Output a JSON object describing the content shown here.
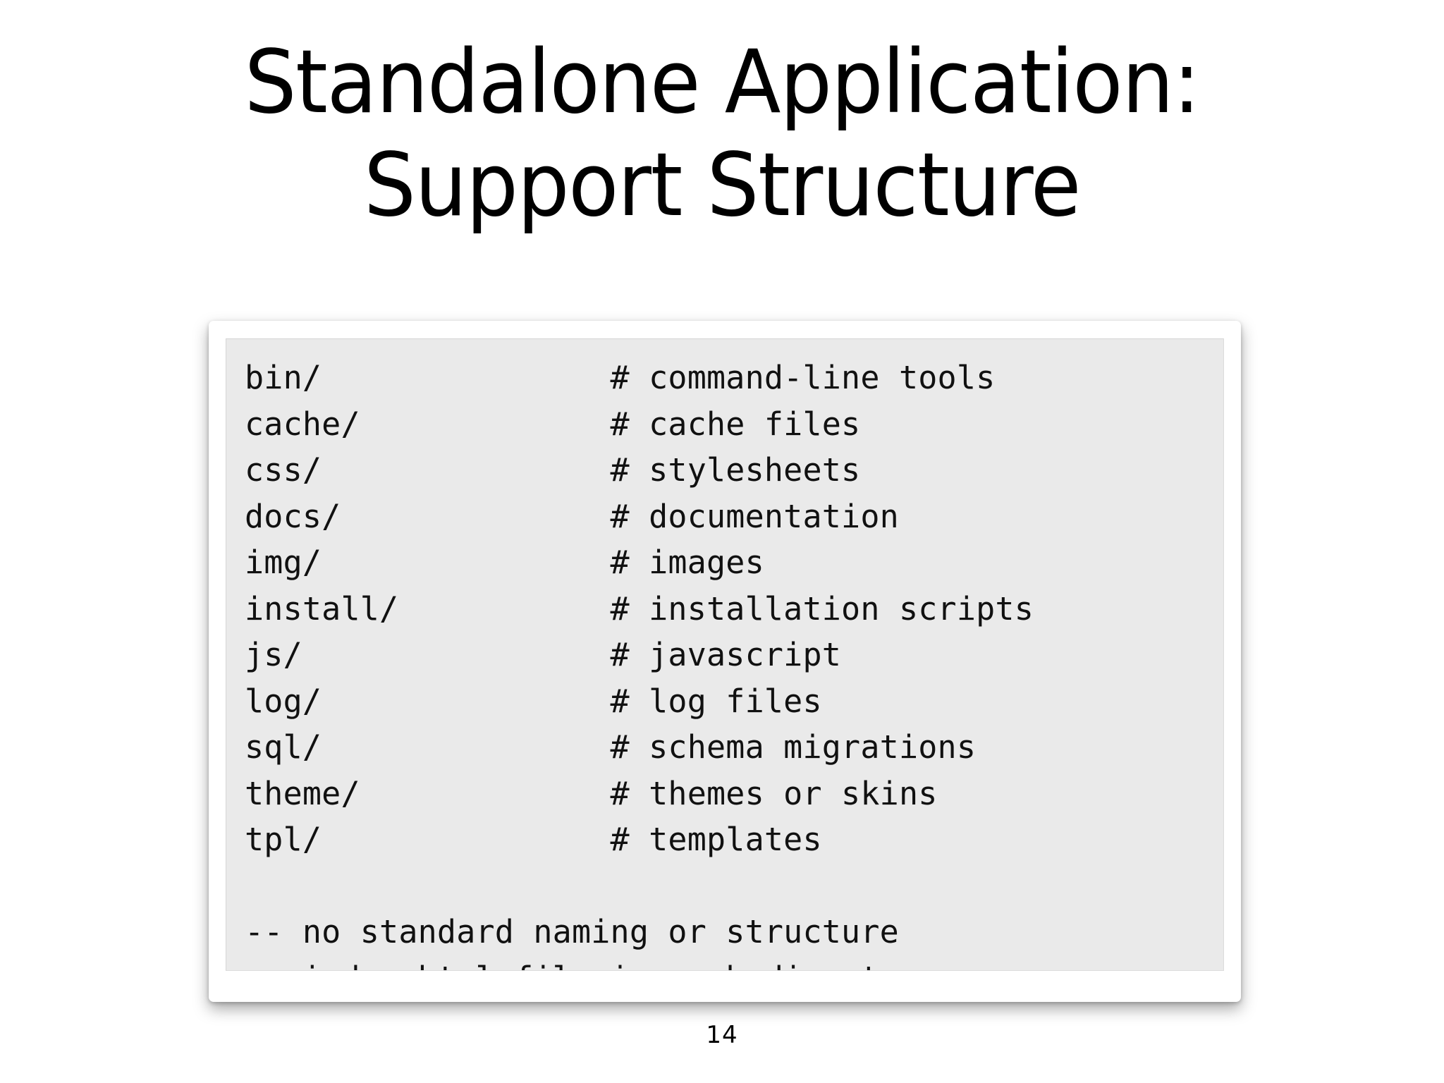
{
  "slide": {
    "background_color": "#FFFFFF",
    "title": {
      "line1": "Standalone Application:",
      "line2": "Support Structure"
    },
    "page_number": "14"
  },
  "code_block": {
    "panel_background_color": "#EAEAEA",
    "frame_background_color": "#FFFFFF",
    "text_color": "#111111",
    "comment_marker": "#",
    "note_marker": "--",
    "column_gap_chars": 19,
    "entries": [
      {
        "path": "bin/",
        "comment": "command-line tools"
      },
      {
        "path": "cache/",
        "comment": "cache files"
      },
      {
        "path": "css/",
        "comment": "stylesheets"
      },
      {
        "path": "docs/",
        "comment": "documentation"
      },
      {
        "path": "img/",
        "comment": "images"
      },
      {
        "path": "install/",
        "comment": "installation scripts"
      },
      {
        "path": "js/",
        "comment": "javascript"
      },
      {
        "path": "log/",
        "comment": "log files"
      },
      {
        "path": "sql/",
        "comment": "schema migrations"
      },
      {
        "path": "theme/",
        "comment": "themes or skins"
      },
      {
        "path": "tpl/",
        "comment": "templates"
      }
    ],
    "notes": [
      "no standard naming or structure",
      "index.html file in each directory"
    ],
    "raw_text": "bin/               # command-line tools\ncache/             # cache files\ncss/               # stylesheets\ndocs/              # documentation\nimg/               # images\ninstall/           # installation scripts\njs/                # javascript\nlog/               # log files\nsql/               # schema migrations\ntheme/             # themes or skins\ntpl/               # templates\n\n-- no standard naming or structure\n-- index.html file in each directory"
  }
}
